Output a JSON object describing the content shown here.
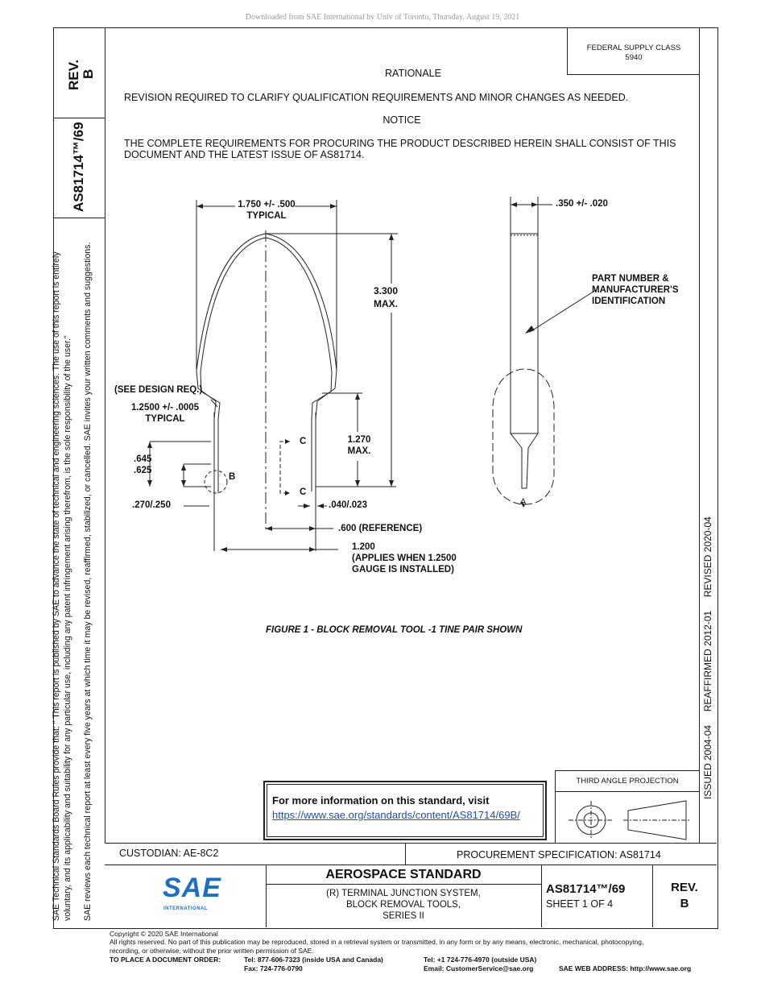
{
  "download_note": "Downloaded from SAE International by Univ of Toronto, Thursday, August 19, 2021",
  "left_column": {
    "rev_label": "REV.",
    "rev_value": "B",
    "doc_number": "AS81714™/69",
    "disclaimer_line1": "SAE Technical Standards Board Rules provide that: \"  This report is published by SAE to advance the state of technical and engineering sciences. The use of this report is entirely",
    "disclaimer_line2": "voluntary, and its applicability and suitability for any particular use, including any patent infringement arising therefrom, is the sole responsibility of the user.\"",
    "disclaimer_line3": "SAE reviews each technical report at least every five years at which time it may be revised, reaffirmed, stabilized, or cancelled. SAE invites your written comments and suggestions."
  },
  "right_column": {
    "history": "ISSUED 2004-04     REAFFIRMED 2012-01     REVISED 2020-04"
  },
  "federal_supply": {
    "label": "FEDERAL SUPPLY CLASS",
    "value": "5940"
  },
  "rationale": {
    "heading": "RATIONALE",
    "text": "REVISION REQUIRED TO CLARIFY QUALIFICATION REQUIREMENTS AND MINOR CHANGES AS NEEDED."
  },
  "notice": {
    "heading": "NOTICE",
    "line1": "THE COMPLETE REQUIREMENTS FOR PROCURING THE PRODUCT DESCRIBED HEREIN SHALL CONSIST OF THIS",
    "line2": "DOCUMENT AND THE LATEST ISSUE OF AS81714."
  },
  "figure": {
    "dim_width": "1.750 +/- .500",
    "dim_width_note": "TYPICAL",
    "dim_height": "3.300",
    "dim_height_note": "MAX.",
    "see_design": "(SEE DESIGN REQ.)",
    "gauge": "1.2500 +/- .0005",
    "gauge_note": "TYPICAL",
    "dim_645": ".645",
    "dim_625": ".625",
    "label_b": "B",
    "label_c1": "C",
    "label_c2": "C",
    "dim_1270": "1.270",
    "dim_1270_note": "MAX.",
    "dim_270": ".270/.250",
    "dim_040": ".040/.023",
    "dim_600": ".600 (REFERENCE)",
    "dim_1200": "1.200",
    "dim_1200_note1": "(APPLIES WHEN 1.2500",
    "dim_1200_note2": "GAUGE IS INSTALLED)",
    "dim_350": ".350 +/- .020",
    "part_id1": "PART NUMBER &",
    "part_id2": "MANUFACTURER'S",
    "part_id3": "IDENTIFICATION",
    "label_a": "A",
    "caption": "FIGURE 1 - BLOCK REMOVAL TOOL -1 TINE PAIR SHOWN"
  },
  "info_box": {
    "text": "For more information on this standard, visit",
    "link": "https://www.sae.org/standards/content/AS81714/69B/"
  },
  "projection": {
    "label": "THIRD ANGLE PROJECTION"
  },
  "title_block": {
    "custodian": "CUSTODIAN: AE-8C2",
    "procurement": "PROCUREMENT SPECIFICATION: AS81714",
    "standard_type": "AEROSPACE STANDARD",
    "title_line1": "(R) TERMINAL JUNCTION SYSTEM,",
    "title_line2": "BLOCK REMOVAL TOOLS,",
    "title_line3": "SERIES II",
    "doc_number": "AS81714™/69",
    "sheet": "SHEET 1 OF 4",
    "rev_label": "REV.",
    "rev_value": "B",
    "logo_text": "SAE",
    "logo_sub": "INTERNATIONAL"
  },
  "footer": {
    "copyright": "Copyright © 2020 SAE International",
    "rights1": "All rights reserved. No part of this publication may be reproduced, stored in a retrieval system or transmitted, in any form or by any means, electronic, mechanical, photocopying,",
    "rights2": "recording, or otherwise, without the prior written permission of SAE.",
    "order_label": "TO PLACE A DOCUMENT ORDER:",
    "tel_usa": "Tel: 877-606-7323 (inside USA and Canada)",
    "fax": "Fax: 724-776-0790",
    "tel_outside": "Tel: +1 724-776-4970 (outside USA)",
    "email": "Email: CustomerService@sae.org",
    "web": "SAE WEB ADDRESS: http://www.sae.org"
  }
}
